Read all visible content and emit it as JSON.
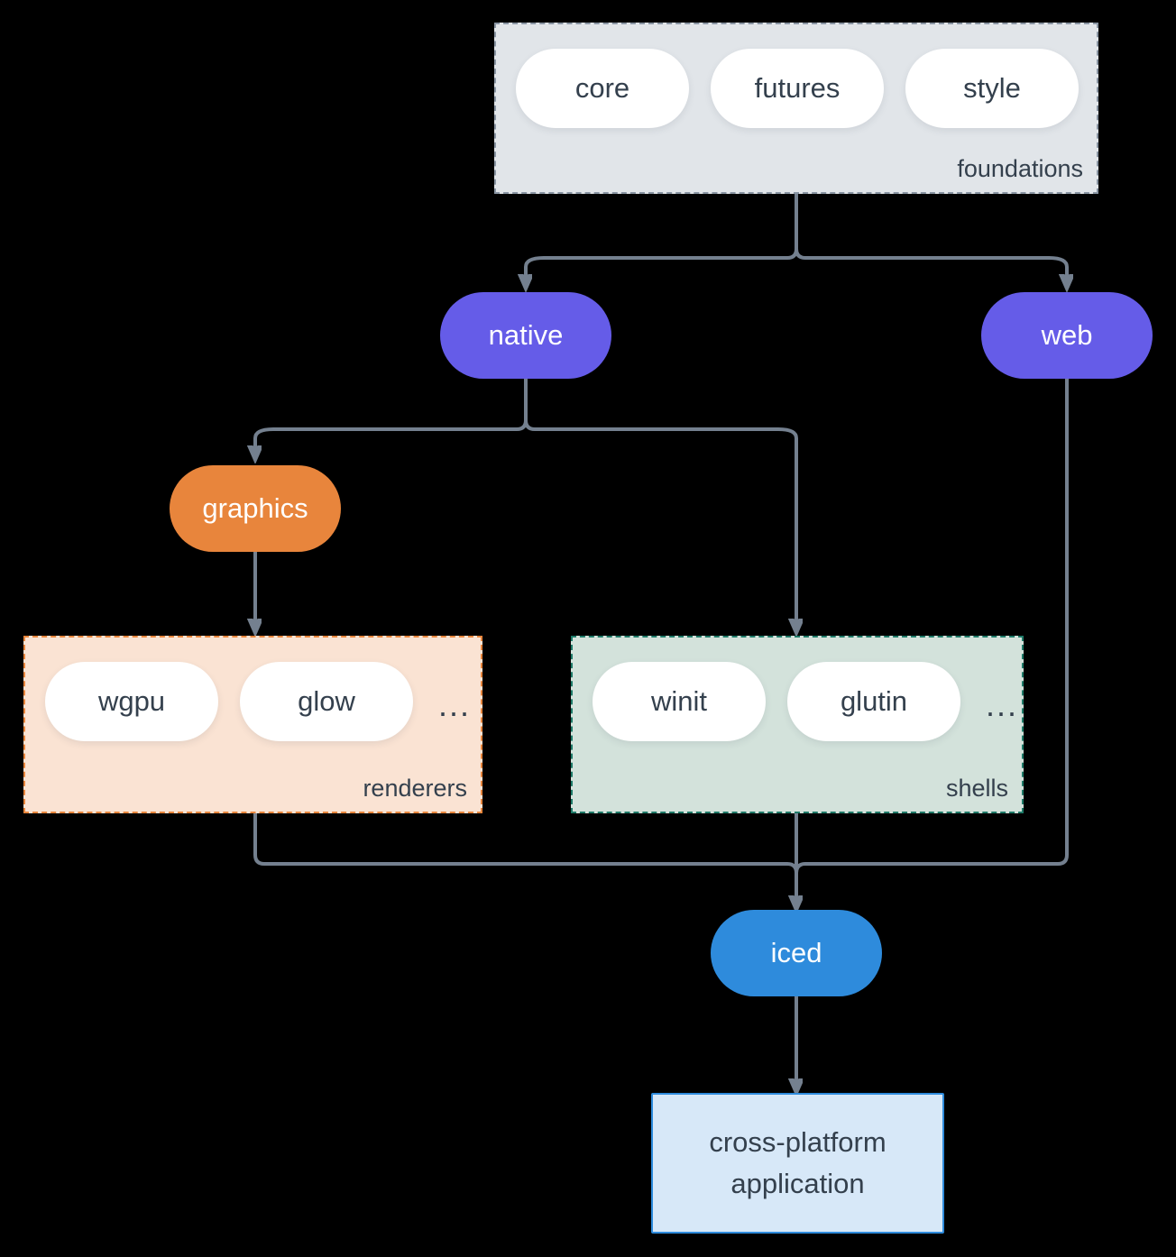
{
  "groups": {
    "foundations": {
      "label": "foundations",
      "pills": [
        "core",
        "futures",
        "style"
      ]
    },
    "renderers": {
      "label": "renderers",
      "pills": [
        "wgpu",
        "glow"
      ],
      "ellipsis": "..."
    },
    "shells": {
      "label": "shells",
      "pills": [
        "winit",
        "glutin"
      ],
      "ellipsis": "..."
    }
  },
  "nodes": {
    "native": {
      "label": "native"
    },
    "web": {
      "label": "web"
    },
    "graphics": {
      "label": "graphics"
    },
    "iced": {
      "label": "iced"
    },
    "application": {
      "label": "cross-platform application"
    }
  },
  "colors": {
    "node_purple": "#655CE8",
    "node_orange": "#E8853C",
    "node_blue": "#2E8BDC",
    "foundations_bg": "#E1E5E9",
    "foundations_border": "#8995A3",
    "renderers_bg": "#FAE3D3",
    "renderers_border": "#E8853C",
    "shells_bg": "#D3E2DB",
    "shells_border": "#1E7A68",
    "app_bg": "#D7E8F8",
    "app_border": "#2E8BDC",
    "edge": "#74808F",
    "text_dark": "#34404D",
    "text_light": "#FFFFFF",
    "pill_bg": "#FFFFFF"
  }
}
